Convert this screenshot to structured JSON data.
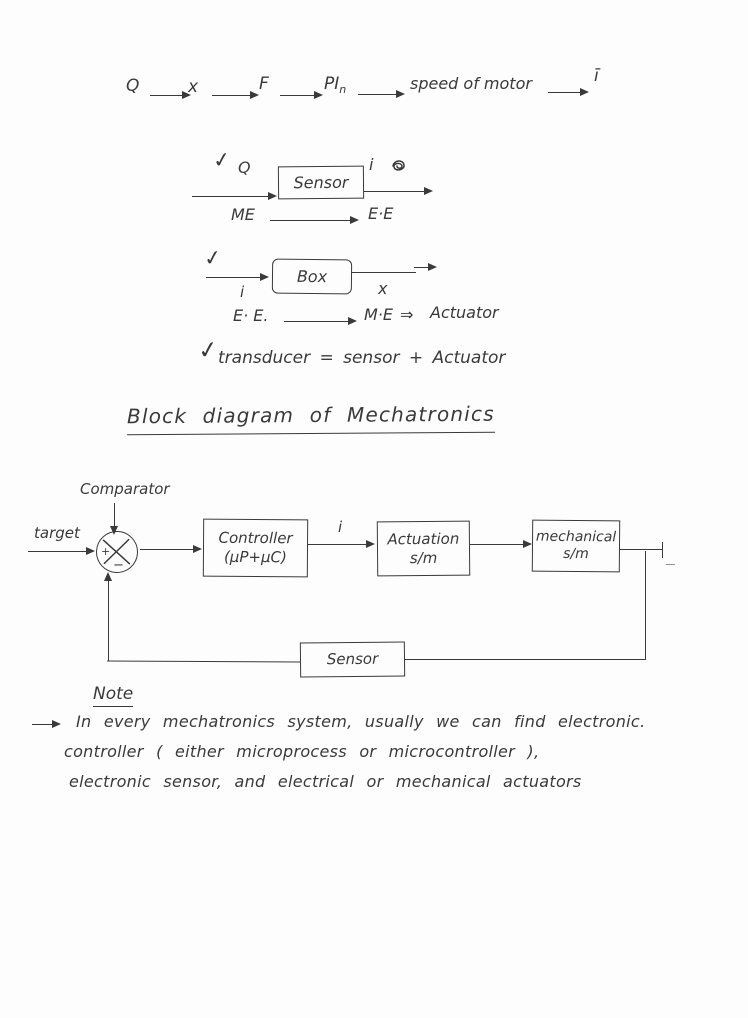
{
  "colors": {
    "ink": "#3a3a3a",
    "paper": "#fdfdfd"
  },
  "top_flow": {
    "node1": "Q",
    "node2": "x",
    "node3": "F",
    "node4_base": "PI",
    "node4_sub": "n",
    "node5": "speed of motor",
    "node6": "ī"
  },
  "sensor_diagram": {
    "checkmark": "✓",
    "input_label": "Q",
    "box_label": "Sensor",
    "output_label": "i",
    "mapping_from": "ME",
    "mapping_to": "E·E"
  },
  "box_diagram": {
    "checkmark": "✓",
    "input_label": "i",
    "box_label": "Box",
    "output_label": "x",
    "mapping_from": "E· E.",
    "mapping_to": "M·E",
    "mapping_arrow": "⇒",
    "mapping_result": "Actuator"
  },
  "transducer": {
    "checkmark": "✓",
    "equation": "transducer  =  sensor  +  Actuator"
  },
  "heading": "Block diagram of Mechatronics",
  "block_diagram": {
    "comparator_label": "Comparator",
    "target_label": "target",
    "plus": "+",
    "minus": "−",
    "controller_line1": "Controller",
    "controller_line2": "(μP+μC)",
    "signal_label": "i",
    "actuation_line1": "Actuation",
    "actuation_line2": "s/m",
    "mechanical_line1": "mechanical",
    "mechanical_line2": "s/m",
    "sensor_label": "Sensor"
  },
  "note": {
    "title": "Note",
    "lines": {
      "l1": "In every mechatronics system, usually we can find electronic.",
      "l2": "controller ( either microprocess or  microcontroller ),",
      "l3": "electronic sensor, and electrical or mechanical actuators"
    }
  }
}
